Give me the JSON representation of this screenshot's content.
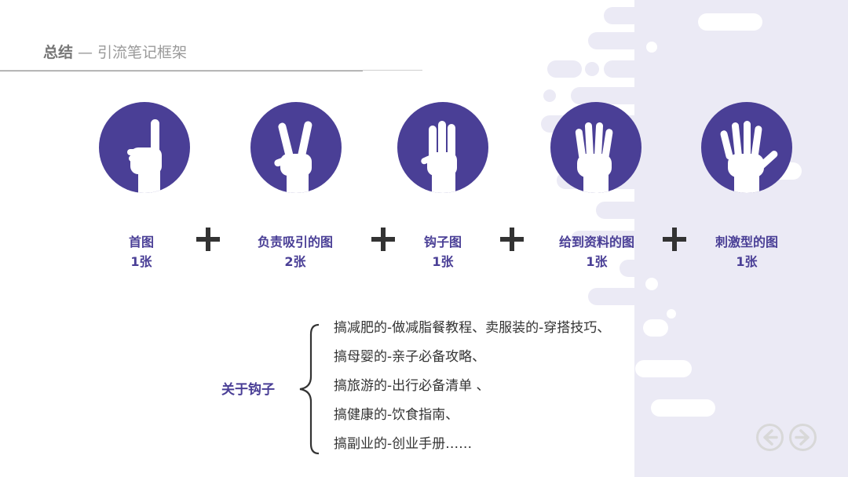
{
  "header": {
    "title_bold": "总结",
    "title_sep": "—",
    "title_rest": "引流笔记框架"
  },
  "steps": [
    {
      "label": "首图",
      "count": "1张",
      "icon": "one-finger-hand-icon"
    },
    {
      "label": "负责吸引的图",
      "count": "2张",
      "icon": "two-finger-hand-icon"
    },
    {
      "label": "钩子图",
      "count": "1张",
      "icon": "three-finger-hand-icon"
    },
    {
      "label": "给到资料的图",
      "count": "1张",
      "icon": "four-finger-hand-icon"
    },
    {
      "label": "刺激型的图",
      "count": "1张",
      "icon": "five-finger-hand-icon"
    }
  ],
  "hooks": {
    "title": "关于钩子",
    "items": [
      "搞减肥的-做减脂餐教程、卖服装的-穿搭技巧、",
      "搞母婴的-亲子必备攻略、",
      "搞旅游的-出行必备清单 、",
      "搞健康的-饮食指南、",
      "搞副业的-创业手册……"
    ]
  },
  "nav": {
    "prev_icon": "arrow-left-icon",
    "next_icon": "arrow-right-icon"
  },
  "colors": {
    "accent": "#4a3f96",
    "deco": "#ebeaf5",
    "nav": "#d8d8d8"
  }
}
